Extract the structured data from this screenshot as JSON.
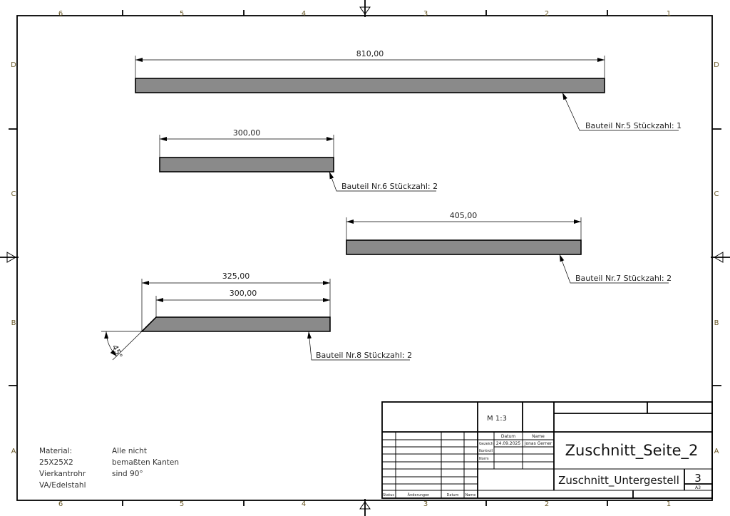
{
  "drawing": {
    "zones": {
      "columns": [
        "6",
        "5",
        "4",
        "3",
        "2",
        "1"
      ],
      "rows": [
        "D",
        "C",
        "B",
        "A"
      ]
    },
    "parts": [
      {
        "dimension": "810,00",
        "label": "Bauteil Nr.5 Stückzahl: 1"
      },
      {
        "dimension": "300,00",
        "label": "Bauteil Nr.6 Stückzahl: 2"
      },
      {
        "dimension": "405,00",
        "label": "Bauteil Nr.7 Stückzahl: 2"
      },
      {
        "dimension": "300,00",
        "dimension_overall": "325,00",
        "angle": "45°",
        "label": "Bauteil Nr.8 Stückzahl: 2"
      }
    ],
    "notes": {
      "material": [
        "Material:",
        "25X25X2",
        "Vierkantrohr",
        "VA/Edelstahl"
      ],
      "edges": [
        "Alle nicht",
        "bemaßten Kanten",
        "sind 90°"
      ]
    }
  },
  "title_block": {
    "scale": "M 1:3",
    "headers": {
      "datum": "Datum",
      "name": "Name"
    },
    "rows": {
      "gezeich": "Gezeich",
      "kontroll": "Kontroll",
      "norm": "Norm"
    },
    "drawn_date": "24.09.2025",
    "drawn_by": "Jonas Gerner",
    "revision_headers": {
      "status": "Status",
      "changes": "Änderungen",
      "date": "Datum",
      "name": "Name"
    },
    "title": "Zuschnitt_Seite_2",
    "subtitle": "Zuschnitt_Untergestell",
    "sheet": "3",
    "format": "A3"
  }
}
